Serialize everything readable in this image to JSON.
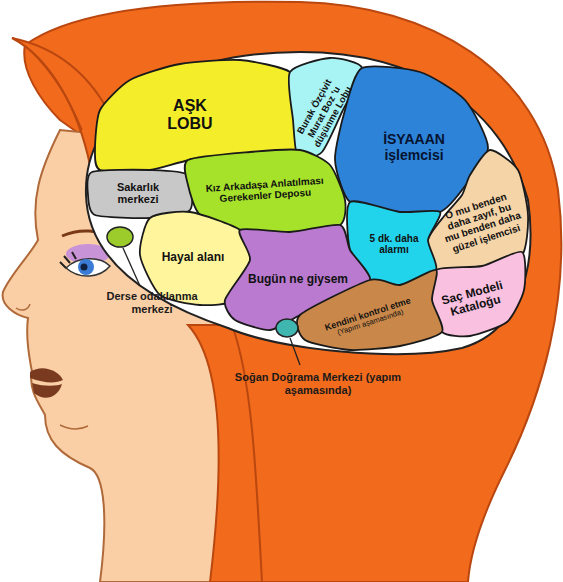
{
  "diagram": {
    "nodes": [
      {
        "text": [
          "AŞK LOBU"
        ]
      },
      {
        "text": [
          "Burak Özçivit Murat Boz 'u düşünme Lobu"
        ]
      },
      {
        "text": [
          "İSYAAAN işlemcisi"
        ]
      },
      {
        "text": [
          "Sakarlık merkezi"
        ]
      },
      {
        "text": [
          "Kız Arkadaşa Anlatılması Gerekenler Deposu"
        ]
      },
      {
        "text": [
          "O mu benden daha zayıf, bu mu benden daha güzel işlemcisi"
        ]
      },
      {
        "text": [
          "5 dk. daha alarmı"
        ]
      },
      {
        "text": [
          "Hayal alanı"
        ]
      },
      {
        "text": [
          "Bugün ne giysem"
        ]
      },
      {
        "text": [
          "Saç Modeli Kataloğu"
        ]
      },
      {
        "text": [
          "Kendini kontrol etme",
          "(Yapım aşamasında)"
        ]
      }
    ],
    "labels": [
      "Derse odaklanma merkezi",
      "Soğan Doğrama Merkezi (yapım aşamasında)"
    ]
  }
}
